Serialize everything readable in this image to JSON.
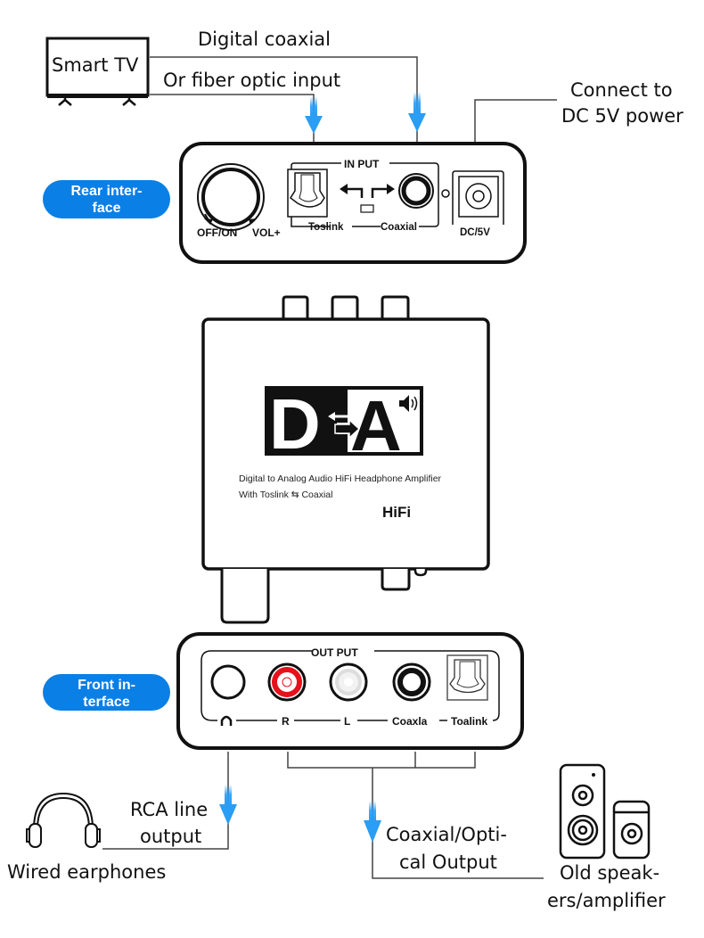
{
  "top": {
    "tv_label": "Smart TV",
    "coax_label": "Digital coaxial",
    "fiber_label": "Or fiber optic input",
    "power_label_line1": "Connect to",
    "power_label_line2": "DC 5V power"
  },
  "rear_panel": {
    "badge_line1": "Rear inter-",
    "badge_line2": "face",
    "knob_off_on": "OFF/ON",
    "knob_vol": "VOL+",
    "input_title": "IN PUT",
    "toslink_label": "Toslink",
    "coaxial_label": "Coaxial",
    "dc_label": "DC/5V"
  },
  "device": {
    "logo_left": "D",
    "logo_right": "A",
    "description_line1": "Digital to Analog Audio HiFi Headphone Amplifier",
    "description_line2": "With Toslink ⇆ Coaxial",
    "hifi_label": "HiFi"
  },
  "front_panel": {
    "badge_line1": "Front in-",
    "badge_line2": "terface",
    "output_title": "OUT PUT",
    "right_label": "R",
    "left_label": "L",
    "coax_label": "Coaxla",
    "toslink_label": "Toalink"
  },
  "bottom": {
    "rca_line1": "RCA line",
    "rca_line2": "output",
    "earphones_label": "Wired earphones",
    "coax_opt_line1": "Coaxial/Opti-",
    "coax_opt_line2": "cal Output",
    "speakers_line1": "Old speak-",
    "speakers_line2": "ers/amplifier"
  },
  "colors": {
    "accent_blue": "#0a7fe6",
    "arrow_blue": "#2a9df4",
    "rca_red": "#e8101a"
  }
}
